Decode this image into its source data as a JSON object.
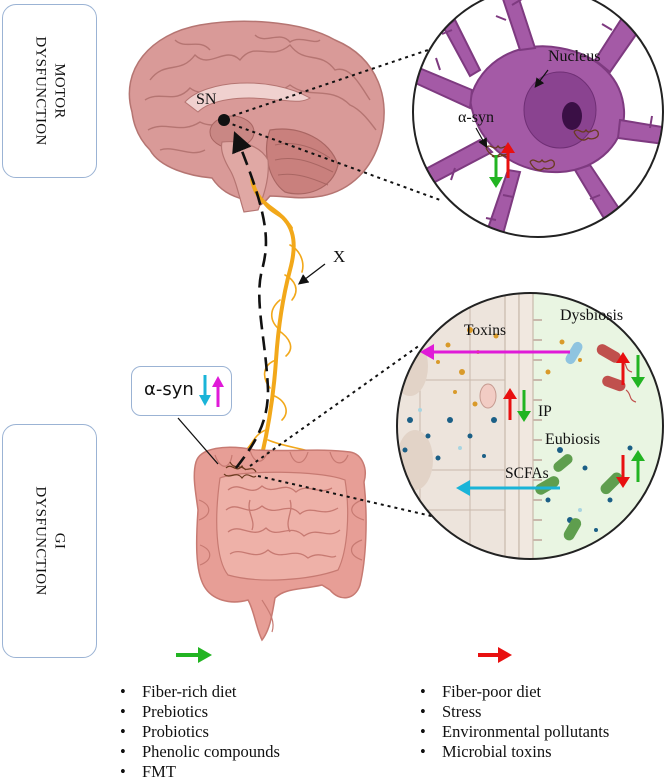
{
  "side_labels": {
    "motor": "MOTOR\nDYSFUNCTION",
    "gi": "GI\nDYSFUNCTION"
  },
  "labels": {
    "sn": "SN",
    "x": "X",
    "nucleus": "Nucleus",
    "asyn_neuron": "α-syn",
    "asyn_box": "α-syn",
    "toxins": "Toxins",
    "dysbiosis": "Dysbiosis",
    "ip": "IP",
    "eubiosis": "Eubiosis",
    "scfas": "SCFAs"
  },
  "legend": {
    "green_items": [
      "Fiber-rich diet",
      "Prebiotics",
      "Probiotics",
      "Phenolic compounds",
      "FMT"
    ],
    "red_items": [
      "Fiber-poor diet",
      "Stress",
      "Environmental pollutants",
      "Microbial toxins"
    ]
  },
  "colors": {
    "green": "#22b422",
    "red": "#e81010",
    "magenta": "#e01ad8",
    "cyan": "#1ab4d8",
    "brain": "#d99a98",
    "neuron": "#a45aa6",
    "nerve": "#f2a81a",
    "gut": "#e79e96",
    "box_border": "#9bb3d4"
  }
}
